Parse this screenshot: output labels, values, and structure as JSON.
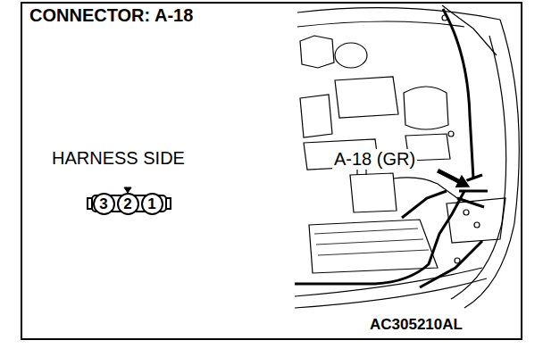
{
  "diagram": {
    "title": "CONNECTOR: A-18",
    "nodes": [
      {
        "text": [
          "3"
        ]
      },
      {
        "text": [
          "2"
        ]
      },
      {
        "text": [
          "1"
        ]
      }
    ],
    "labels": [
      "HARNESS SIDE",
      "A-18 (GR)",
      "AC305210AL"
    ]
  }
}
